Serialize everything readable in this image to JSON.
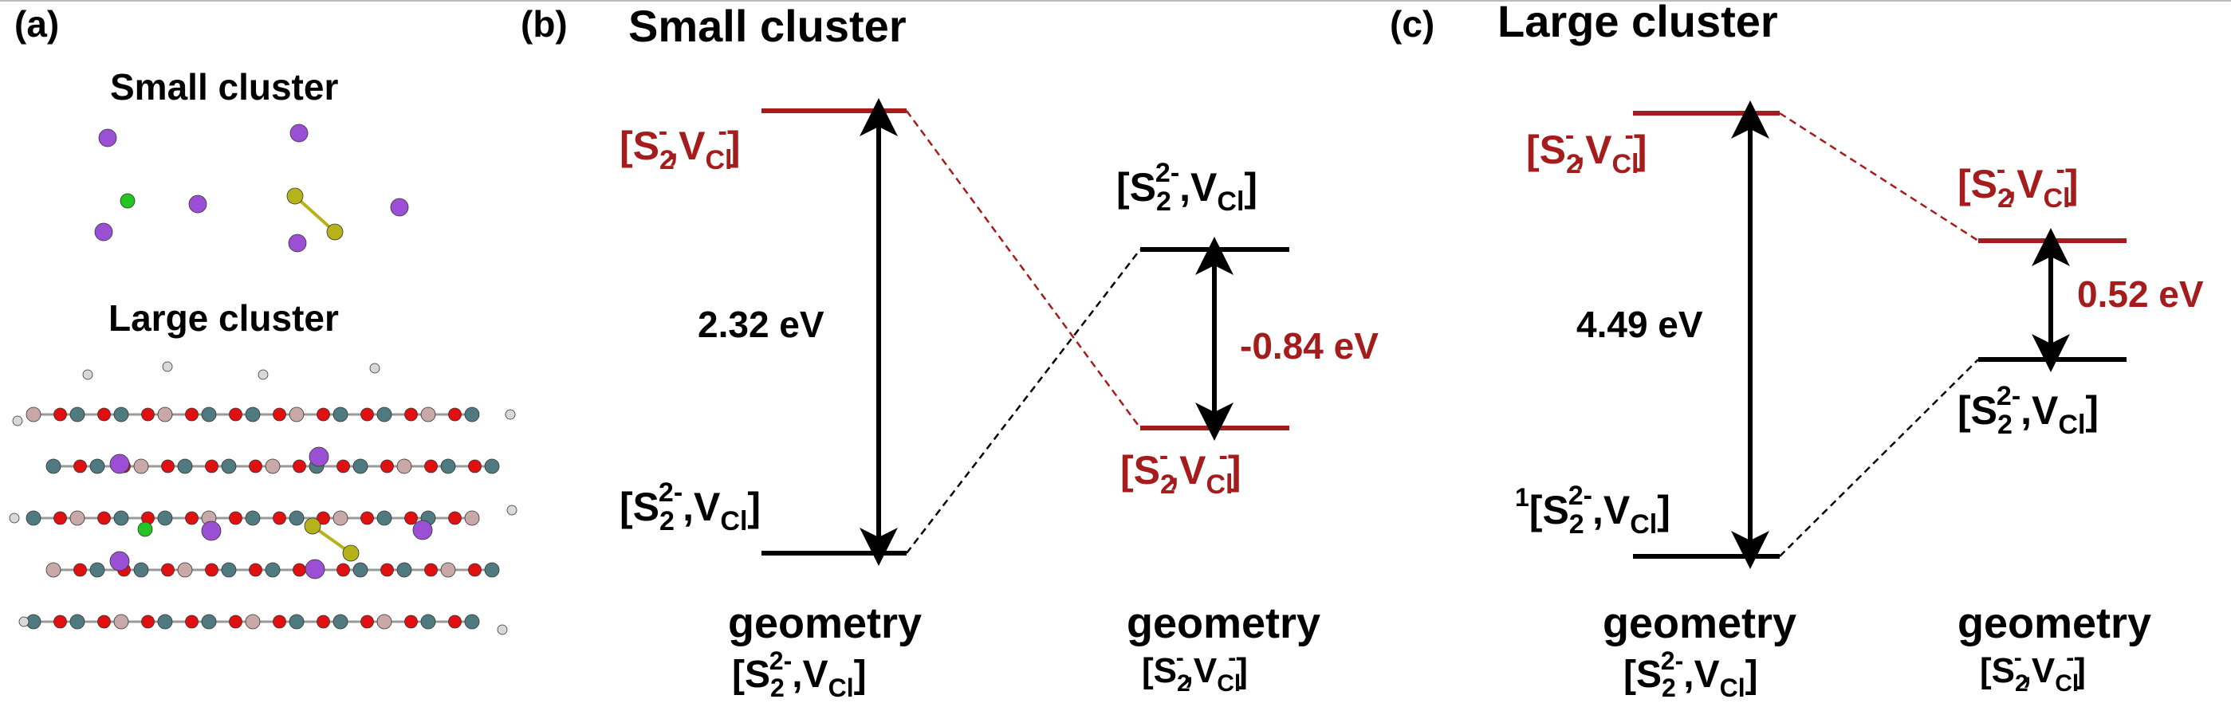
{
  "colors": {
    "red": "#a41c1c",
    "black": "#000000",
    "purple": "#9b4fd4",
    "green": "#22c522",
    "yellow": "#b6b21a",
    "oxygen": "#e01010",
    "silicon": "#4e7a80",
    "aluminium": "#c9a8a8",
    "hydrogen": "#d8d8d8"
  },
  "panel_a": {
    "label": "(a)",
    "small_cluster_title": "Small cluster",
    "large_cluster_title": "Large cluster"
  },
  "panel_b": {
    "label": "(b)",
    "title": "Small cluster",
    "levels": {
      "left_upper": {
        "label_main": "[S",
        "sub": "2",
        "sup": "-",
        "mid": ",V",
        "sub2": "Cl",
        "sup2": "-",
        "end": "]"
      },
      "left_lower": {
        "label_main": "[S",
        "sub": "2",
        "sup": "2-",
        "mid": ",V",
        "sub2": "Cl",
        "end": "]"
      },
      "right_upper": {
        "label_main": "[S",
        "sub": "2",
        "sup": "2-",
        "mid": ",V",
        "sub2": "Cl",
        "end": "]"
      },
      "right_lower": {
        "label_main": "[S",
        "sub": "2",
        "sup": "-",
        "mid": ",V",
        "sub2": "Cl",
        "sup2": "-",
        "end": "]"
      }
    },
    "gap_left": "2.32 eV",
    "gap_right": "-0.84 eV",
    "geom_left": {
      "word": "geometry",
      "label_main": "[S",
      "sub": "2",
      "sup": "2-",
      "mid": ",V",
      "sub2": "Cl",
      "end": "]"
    },
    "geom_right": {
      "word": "geometry",
      "label_main": "[S",
      "sub": "2",
      "sup": "-",
      "mid": ",V",
      "sub2": "Cl",
      "sup2": "-",
      "end": "]"
    }
  },
  "panel_c": {
    "label": "(c)",
    "title": "Large cluster",
    "levels": {
      "left_upper": {
        "label_main": "[S",
        "sub": "2",
        "sup": "-",
        "mid": ",V",
        "sub2": "Cl",
        "sup2": "-",
        "end": "]"
      },
      "left_lower": {
        "pre": "1",
        "label_main": "[S",
        "sub": "2",
        "sup": "2-",
        "mid": ",V",
        "sub2": "Cl",
        "end": "]"
      },
      "right_upper": {
        "label_main": "[S",
        "sub": "2",
        "sup": "-",
        "mid": ",V",
        "sub2": "Cl",
        "sup2": "-",
        "end": "]"
      },
      "right_lower": {
        "label_main": "[S",
        "sub": "2",
        "sup": "2-",
        "mid": ",V",
        "sub2": "Cl",
        "end": "]"
      }
    },
    "gap_left": "4.49 eV",
    "gap_right": "0.52 eV",
    "geom_left": {
      "word": "geometry",
      "label_main": "[S",
      "sub": "2",
      "sup": "2-",
      "mid": ",V",
      "sub2": "Cl",
      "end": "]"
    },
    "geom_right": {
      "word": "geometry",
      "label_main": "[S",
      "sub": "2",
      "sup": "-",
      "mid": ",V",
      "sub2": "Cl",
      "sup2": "-",
      "end": "]"
    }
  }
}
